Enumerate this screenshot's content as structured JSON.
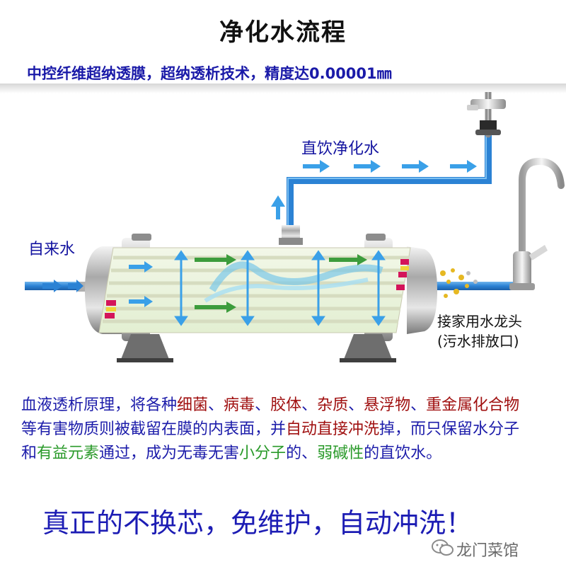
{
  "title": "净化水流程",
  "subtitle": "中控纤维超纳透膜，超纳透析技术，精度达0.00001㎜",
  "labels": {
    "purified_water": "直饮净化水",
    "tap_water": "自来水",
    "outlet_line1": "接家用水龙头",
    "outlet_line2": "(污水排放口)"
  },
  "body": {
    "p1": "血液透析原理，将各种",
    "h1": "细菌",
    "p2": "、",
    "h2": "病毒",
    "p3": "、",
    "h3": "胶体",
    "p4": "、",
    "h4": "杂质",
    "p5": "、",
    "h5": "悬浮物",
    "p6": "、",
    "h6": "重金属化合物",
    "p7": "等有害物质则被截留在膜的内表面，并",
    "h7": "自动直接冲洗",
    "p8": "掉，而只保留水分子和",
    "g1": "有益元素",
    "p9": "通过，成为无毒无害",
    "g2": "小分子",
    "p10": "的、",
    "g3": "弱碱性",
    "p11": "的直饮水。"
  },
  "slogan": "真正的不换芯，免维护，自动冲洗！",
  "watermark": "龙门菜馆",
  "colors": {
    "pipe_blue": "#2b82d4",
    "arrow_blue": "#3aa0e8",
    "arrow_green": "#3c9c3c",
    "title_blue": "#1414a0",
    "highlight_red": "#a01010",
    "highlight_green": "#2a9a2a",
    "membrane_magenta": "#d4145a"
  },
  "icons": {
    "faucet_top": "drinking-faucet-icon",
    "faucet_right": "kitchen-faucet-icon",
    "watermark": "wechat-icon"
  }
}
